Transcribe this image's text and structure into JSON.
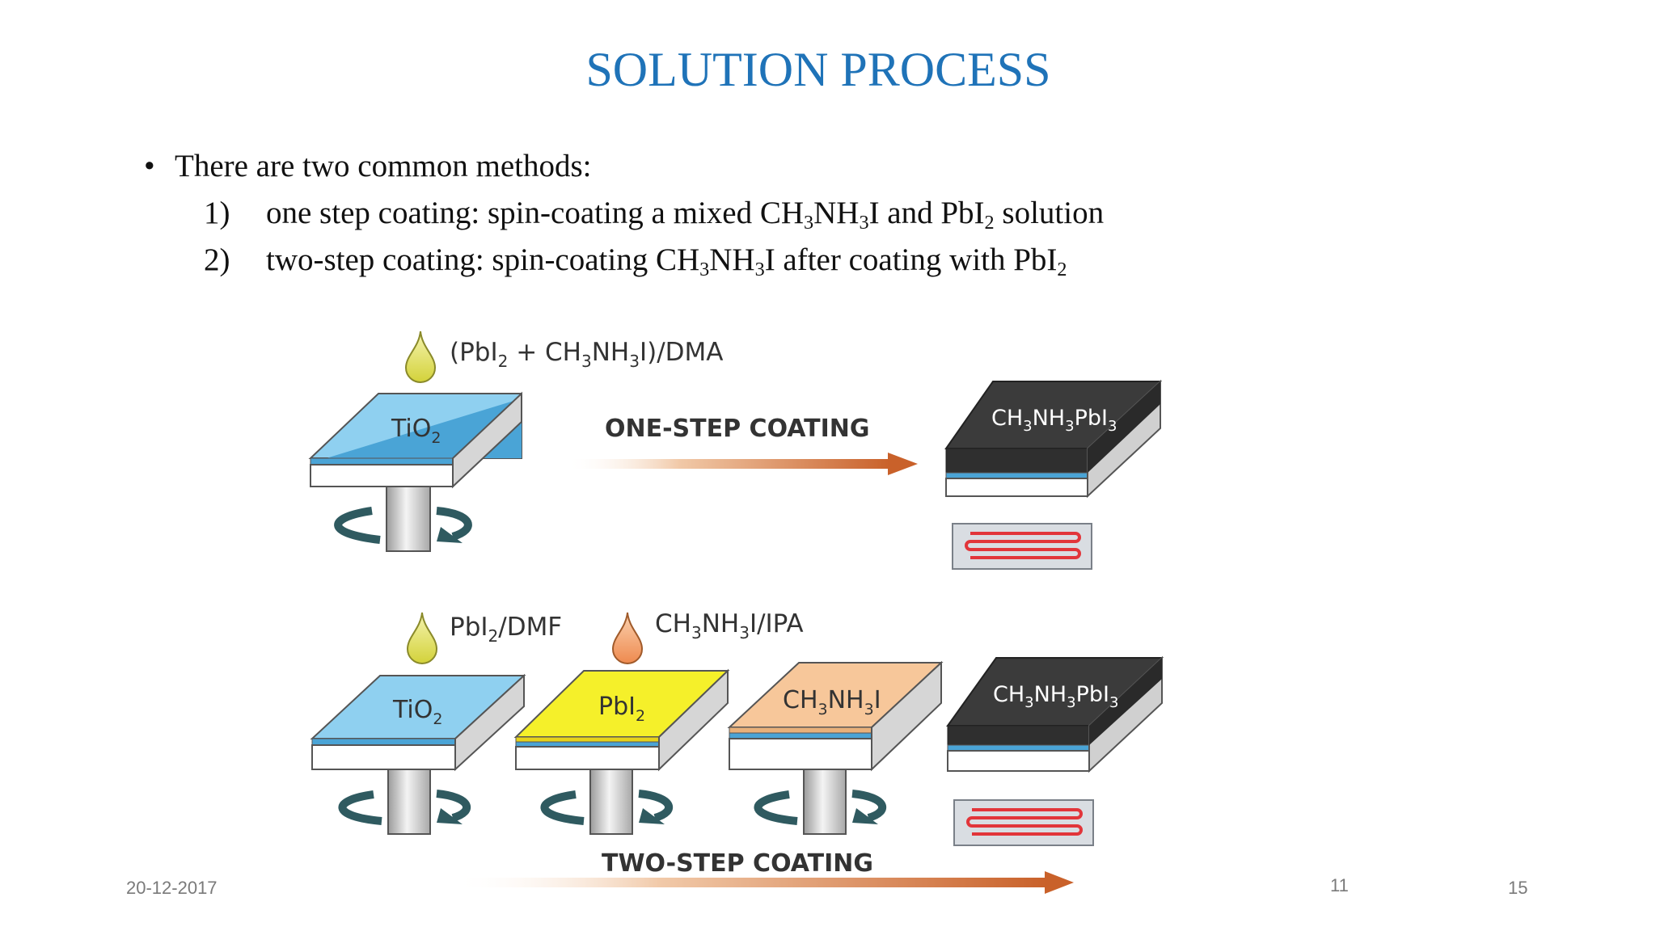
{
  "slide": {
    "title": "SOLUTION PROCESS",
    "bullet": "There are two common methods:",
    "items": [
      {
        "num": "1)",
        "text_a": "one step coating: spin-coating a mixed CH",
        "sub_1": "3",
        "text_b": "NH",
        "sub_2": "3",
        "text_c": "I and PbI",
        "sub_3": "2",
        "text_d": "solution"
      },
      {
        "num": "2)",
        "text_a": "two-step coating: spin-coating CH",
        "sub_1": "3",
        "text_b": "NH",
        "sub_2": "3",
        "text_c": "I after coating with PbI",
        "sub_3": "2"
      }
    ]
  },
  "diagram": {
    "one_step": {
      "solution": {
        "a": "(PbI",
        "s1": "2",
        "b": " + CH",
        "s2": "3",
        "c": "NH",
        "s3": "3",
        "d": "I)/DMA"
      },
      "substrate": {
        "a": "TiO",
        "s1": "2"
      },
      "label": "ONE-STEP COATING",
      "product": {
        "a": "CH",
        "s1": "3",
        "b": "NH",
        "s2": "3",
        "c": "PbI",
        "s3": "3"
      }
    },
    "two_step": {
      "solution1": {
        "a": "PbI",
        "s1": "2",
        "b": "/DMF"
      },
      "solution2": {
        "a": "CH",
        "s1": "3",
        "b": "NH",
        "s2": "3",
        "c": "I/IPA"
      },
      "substrate1": {
        "a": "TiO",
        "s1": "2"
      },
      "substrate2": {
        "a": "PbI",
        "s1": "2"
      },
      "substrate3": {
        "a": "CH",
        "s1": "3",
        "b": "NH",
        "s2": "3",
        "c": "I"
      },
      "product": {
        "a": "CH",
        "s1": "3",
        "b": "NH",
        "s2": "3",
        "c": "PbI",
        "s3": "3"
      },
      "label": "TWO-STEP COATING"
    },
    "colors": {
      "tio2": "#8fd0f0",
      "pbi2": "#f5f02a",
      "mai": "#f7c79a",
      "perovskite": "#3b3b3b",
      "drop_yellow": "#e3e25c",
      "drop_orange": "#f3a36a",
      "arrow": "#c9612a",
      "spin_arrow": "#2f5a60",
      "heater": "#e2353a"
    }
  },
  "footer": {
    "date": "20-12-2017",
    "page_a": "11",
    "page_b": "15"
  }
}
